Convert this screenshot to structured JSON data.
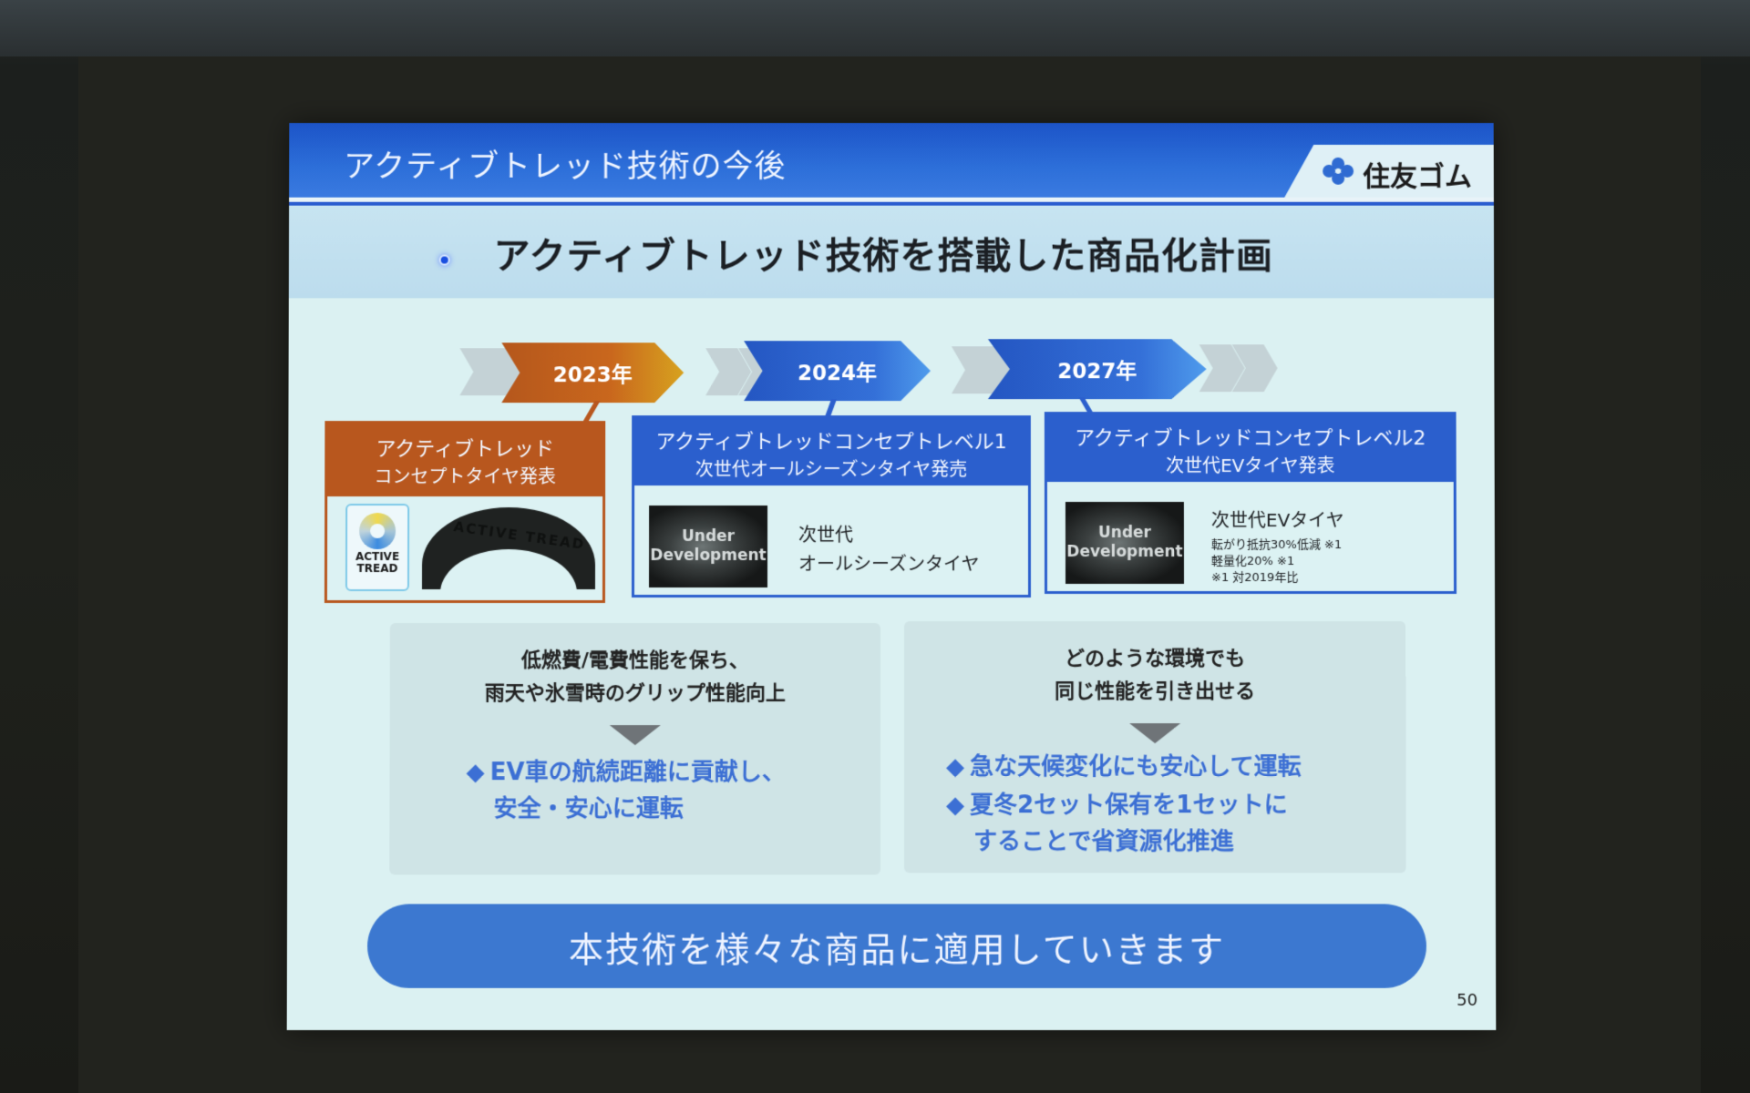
{
  "slide": {
    "title": "アクティブトレッド技術の今後",
    "logo_text": "住友ゴム",
    "subtitle": "アクティブトレッド技術を搭載した商品化計画",
    "page_number": "50",
    "colors": {
      "title_bar": "#2d6fd9",
      "orange": "#b8571e",
      "blue": "#2b5fcd",
      "bullet_text": "#3c6fd4",
      "pill": "#3c78d0"
    }
  },
  "timeline": {
    "years": [
      {
        "label": "2023年",
        "color": "orange"
      },
      {
        "label": "2024年",
        "color": "blue"
      },
      {
        "label": "2027年",
        "color": "blue"
      }
    ]
  },
  "cards": [
    {
      "title_line1": "アクティブトレッド",
      "title_line2": "コンセプトタイヤ発表",
      "logo_text_1": "ACTIVE",
      "logo_text_2": "TREAD",
      "tire_text": "ACTIVE TREAD"
    },
    {
      "title_line1": "アクティブトレッドコンセプトレベル1",
      "title_line2": "次世代オールシーズンタイヤ発売",
      "image_label_1": "Under",
      "image_label_2": "Development",
      "desc_line1": "次世代",
      "desc_line2": "オールシーズンタイヤ"
    },
    {
      "title_line1": "アクティブトレッドコンセプトレベル2",
      "title_line2": "次世代EVタイヤ発表",
      "image_label_1": "Under",
      "image_label_2": "Development",
      "desc_heading": "次世代EVタイヤ",
      "notes": [
        "転がり抵抗30%低減 ※1",
        "軽量化20% ※1",
        "※1 対2019年比"
      ]
    }
  ],
  "panels": [
    {
      "head_line1": "低燃費/電費性能を保ち、",
      "head_line2": "雨天や氷雪時のグリップ性能向上",
      "bullets": [
        {
          "line1": "EV車の航続距離に貢献し、",
          "line2": "安全・安心に運転"
        }
      ]
    },
    {
      "head_line1": "どのような環境でも",
      "head_line2": "同じ性能を引き出せる",
      "bullets": [
        {
          "line1": "急な天候変化にも安心して運転",
          "line2": ""
        },
        {
          "line1": "夏冬2セット保有を1セットに",
          "line2": "することで省資源化推進"
        }
      ]
    }
  ],
  "conclusion": "本技術を様々な商品に適用していきます",
  "icons": {
    "bullet_diamond": "◆",
    "down_arrow": "down-triangle",
    "logo_mark": "sumitomo-flower-mark"
  }
}
